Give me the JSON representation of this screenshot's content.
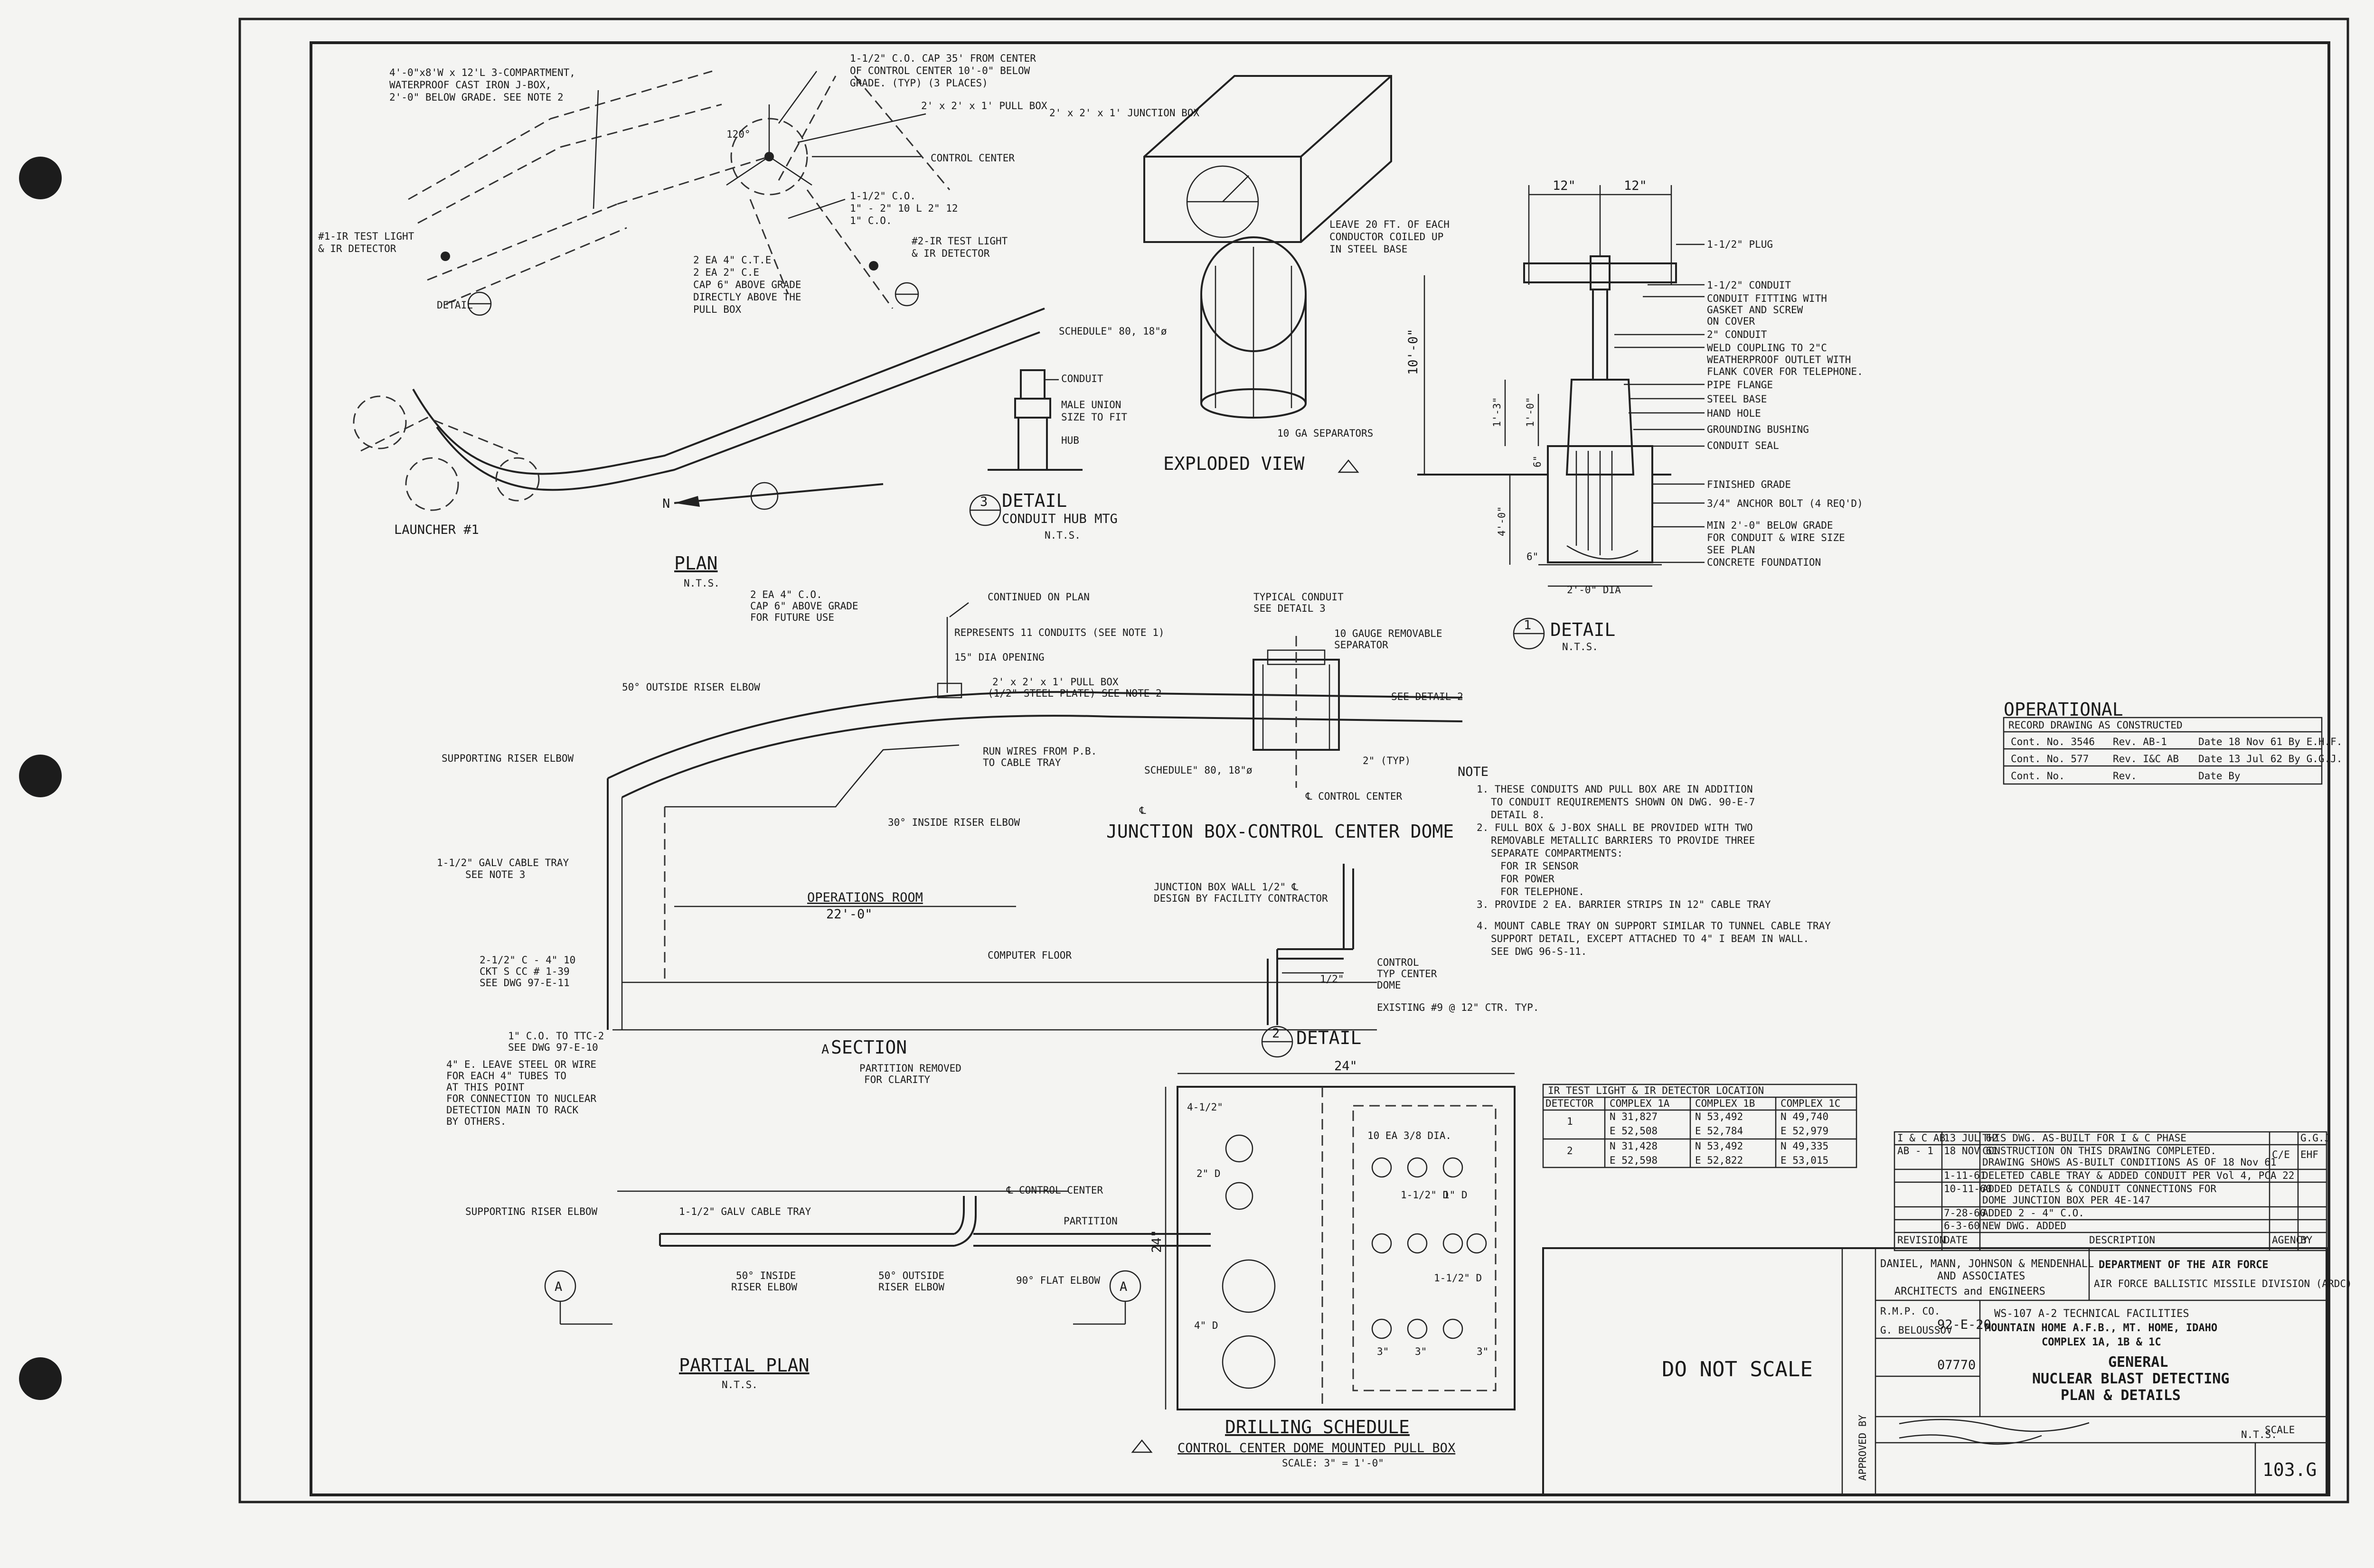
{
  "plan": {
    "title": "PLAN",
    "scale": "N.T.S.",
    "launcher": "LAUNCHER #1",
    "north": "N",
    "notes": [
      "4'-0\"x8'W x 12'L 3-COMPARTMENT,",
      "WATERPROOF CAST IRON J-BOX,",
      "2'-0\" BELOW GRADE. SEE NOTE 2",
      "1-1/2\" C.O. CAP 35' FROM CENTER",
      "OF CONTROL CENTER 10'-0\" BELOW",
      "GRADE. (TYP) (3 PLACES)",
      "2' x 2' x 1' PULL BOX",
      "CONTROL CENTER",
      "1-1/2\" C.O.",
      "1\" - 2\" 10 L 2\" 12",
      "1\" C.O.",
      "#1-IR TEST LIGHT",
      "& IR DETECTOR",
      "#2-IR TEST LIGHT",
      "& IR DETECTOR",
      "2 EA 4\" C.T.E",
      "2 EA 2\" C.E",
      "CAP 6\" ABOVE GRADE",
      "DIRECTLY ABOVE THE",
      "PULL BOX",
      "DETAIL",
      "120°"
    ]
  },
  "exploded": {
    "title": "EXPLODED VIEW",
    "notes": [
      "2' x 2' x 1' JUNCTION BOX",
      "LEAVE 20 FT. OF EACH",
      "CONDUCTOR COILED UP",
      "IN STEEL BASE",
      "SCHEDULE\" 80, 18\"ø",
      "10 GA SEPARATORS"
    ]
  },
  "detail3": {
    "title": "DETAIL",
    "number": "3",
    "subtitle": "CONDUIT HUB MTG",
    "scale": "N.T.S.",
    "notes": [
      "CONDUIT",
      "MALE UNION",
      "SIZE TO FIT",
      "HUB"
    ]
  },
  "detail1": {
    "title": "DETAIL",
    "number": "1",
    "scale": "N.T.S.",
    "dims": [
      "12\"",
      "12\"",
      "10'-0\"",
      "1'-3\"",
      "1'-0\"",
      "6\"",
      "4'-0\"",
      "6\"",
      "2'-0\" DIA"
    ],
    "notes": [
      "1-1/2\" PLUG",
      "1-1/2\" CONDUIT",
      "CONDUIT FITTING WITH",
      "GASKET AND SCREW",
      "ON COVER",
      "2\" CONDUIT",
      "WELD COUPLING TO 2\"C",
      "WEATHERPROOF OUTLET WITH",
      "FLANK COVER FOR TELEPHONE.",
      "PIPE FLANGE",
      "STEEL BASE",
      "HAND HOLE",
      "GROUNDING BUSHING",
      "CONDUIT SEAL",
      "FINISHED GRADE",
      "3/4\" ANCHOR BOLT (4 REQ'D)",
      "MIN 2'-0\" BELOW GRADE",
      "FOR CONDUIT & WIRE SIZE",
      "SEE PLAN",
      "CONCRETE FOUNDATION"
    ]
  },
  "section": {
    "title": "SECTION",
    "letter": "A",
    "subtitle": "PARTITION REMOVED",
    "subtitle2": "FOR CLARITY",
    "room": "OPERATIONS ROOM",
    "dim": "22'-0\"",
    "notes": [
      "2 EA 4\" C.O.",
      "CAP 6\" ABOVE GRADE",
      "FOR FUTURE USE",
      "CONTINUED ON PLAN",
      "REPRESENTS 11 CONDUITS (SEE NOTE 1)",
      "15\" DIA OPENING",
      "2' x 2' x 1' PULL BOX",
      "(1/2\" STEEL PLATE) SEE NOTE 2",
      "50° OUTSIDE RISER ELBOW",
      "SUPPORTING RISER ELBOW",
      "RUN WIRES FROM P.B.",
      "TO CABLE TRAY",
      "30° INSIDE RISER ELBOW",
      "1-1/2\" GALV CABLE TRAY",
      "SEE NOTE 3",
      "COMPUTER FLOOR",
      "2-1/2\" C - 4\" 10",
      "CKT S CC # 1-39",
      "SEE DWG 97-E-11",
      "1\" C.O. TO TTC-2",
      "SEE DWG 97-E-10",
      "4\" E. LEAVE STEEL OR WIRE",
      "FOR EACH 4\" TUBES TO",
      "AT THIS POINT",
      "FOR CONNECTION TO NUCLEAR",
      "DETECTION MAIN TO RACK",
      "BY OTHERS."
    ]
  },
  "junction": {
    "title": "JUNCTION BOX-CONTROL CENTER DOME",
    "notes": [
      "TYPICAL CONDUIT",
      "SEE DETAIL 3",
      "10 GAUGE REMOVABLE",
      "SEPARATOR",
      "SEE DETAIL 2",
      "SCHEDULE\" 80, 18\"ø",
      "2\" (TYP)",
      "℄ CONTROL CENTER",
      "℄"
    ]
  },
  "detail2": {
    "title": "DETAIL",
    "number": "2",
    "notes": [
      "JUNCTION BOX WALL 1/2\" ℄",
      "DESIGN BY FACILITY CONTRACTOR",
      "CONTROL",
      "TYP CENTER",
      "DOME",
      "1/2\"",
      "EXISTING #9 @ 12\" CTR. TYP."
    ]
  },
  "notes_block": {
    "title": "NOTE",
    "items": [
      "1. THESE CONDUITS AND PULL BOX ARE IN ADDITION",
      "TO CONDUIT REQUIREMENTS SHOWN ON DWG. 90-E-7",
      "DETAIL 8.",
      "2. FULL BOX & J-BOX SHALL BE PROVIDED WITH TWO",
      "REMOVABLE METALLIC BARRIERS TO PROVIDE THREE",
      "SEPARATE COMPARTMENTS:",
      "FOR IR SENSOR",
      "FOR POWER",
      "FOR TELEPHONE.",
      "3. PROVIDE 2 EA. BARRIER STRIPS IN 12\" CABLE TRAY",
      "4. MOUNT CABLE TRAY ON SUPPORT SIMILAR TO TUNNEL CABLE TRAY",
      "SUPPORT DETAIL, EXCEPT ATTACHED TO 4\" I BEAM IN WALL.",
      "SEE DWG 96-S-11."
    ]
  },
  "operational": {
    "title": "OPERATIONAL",
    "subtitle": "RECORD DRAWING AS CONSTRUCTED",
    "rows": [
      [
        "Cont. No. 3546",
        "Rev. AB-1",
        "Date 18 Nov 61 By E.H.F."
      ],
      [
        "Cont. No. 577",
        "Rev. I&C AB",
        "Date 13 Jul 62 By G.G.J."
      ],
      [
        "Cont. No.",
        "Rev.",
        "Date            By"
      ]
    ]
  },
  "ir_table": {
    "title": "IR TEST LIGHT & IR DETECTOR LOCATION",
    "headers": [
      "DETECTOR",
      "COMPLEX 1A",
      "COMPLEX 1B",
      "COMPLEX 1C"
    ],
    "rows": [
      [
        "1",
        "N 31,827",
        "N 53,492",
        "N 49,740"
      ],
      [
        "",
        "E 52,508",
        "E 52,784",
        "E 52,979"
      ],
      [
        "2",
        "N 31,428",
        "N 53,492",
        "N 49,335"
      ],
      [
        "",
        "E 52,598",
        "E 52,822",
        "E 53,015"
      ]
    ]
  },
  "revisions": {
    "rows": [
      [
        "I & C AB",
        "13 JUL 62",
        "THIS DWG. AS-BUILT FOR I & C PHASE",
        "",
        "G.G.J"
      ],
      [
        "AB - 1",
        "18 NOV 61",
        "CONSTRUCTION ON THIS DRAWING COMPLETED.",
        "C/E",
        "EHF"
      ],
      [
        "",
        "",
        "DRAWING SHOWS AS-BUILT CONDITIONS AS OF 18 Nov 61",
        "",
        ""
      ],
      [
        "",
        "1-11-61",
        "DELETED CABLE TRAY & ADDED CONDUIT PER Vol 4, PCA 22",
        "",
        ""
      ],
      [
        "",
        "10-11-60",
        "ADDED DETAILS & CONDUIT CONNECTIONS FOR",
        "",
        ""
      ],
      [
        "",
        "",
        "DOME JUNCTION BOX PER 4E-147",
        "",
        ""
      ],
      [
        "",
        "7-28-60",
        "ADDED 2 - 4\" C.O.",
        "",
        ""
      ],
      [
        "",
        "6-3-60",
        "NEW DWG. ADDED",
        "",
        ""
      ]
    ],
    "headers": [
      "REVISION",
      "DATE",
      "DESCRIPTION",
      "AGENCY",
      "BY"
    ]
  },
  "titleblock": {
    "firm": "DANIEL, MANN, JOHNSON & MENDENHALL",
    "firm2": "AND ASSOCIATES",
    "firm3": "ARCHITECTS and ENGINEERS",
    "agency": "DEPARTMENT OF THE AIR FORCE",
    "agency2": "AIR FORCE BALLISTIC MISSILE DIVISION (ARDC)",
    "project": "WS-107 A-2 TECHNICAL FACILITIES",
    "location": "MOUNTAIN HOME A.F.B., MT. HOME, IDAHO",
    "complex": "COMPLEX 1A, 1B & 1C",
    "sheet_title1": "GENERAL",
    "sheet_title2": "NUCLEAR BLAST DETECTING",
    "sheet_title3": "PLAN & DETAILS",
    "rmp": "R.M.P. CO.",
    "drawn_by": "G. BELOUSSOV",
    "dwg_no": "92-E-20",
    "job_no": "07770",
    "scale_label": "SCALE",
    "scale": "N.T.S.",
    "sheet_no": "103.G",
    "approved": "APPROVED BY"
  },
  "partial_plan": {
    "title": "PARTIAL PLAN",
    "scale": "N.T.S.",
    "section_mark": "A",
    "notes": [
      "SUPPORTING RISER ELBOW",
      "1-1/2\" GALV CABLE TRAY",
      "℄ CONTROL CENTER",
      "PARTITION",
      "50° INSIDE",
      "RISER ELBOW",
      "50° OUTSIDE",
      "RISER ELBOW",
      "90° FLAT ELBOW"
    ]
  },
  "drilling": {
    "title": "DRILLING SCHEDULE",
    "subtitle": "CONTROL CENTER DOME MOUNTED PULL BOX",
    "scale": "SCALE: 3\" = 1'-0\"",
    "dims": [
      "24\"",
      "24\"",
      "4-1/2\"",
      "2\" D",
      "4\" D",
      "10 EA 3/8 DIA.",
      "1-1/2\" D",
      "1\" D",
      "1-1/2\" D",
      "3\"",
      "3\"",
      "3\""
    ],
    "note": "DO NOT SCALE"
  }
}
